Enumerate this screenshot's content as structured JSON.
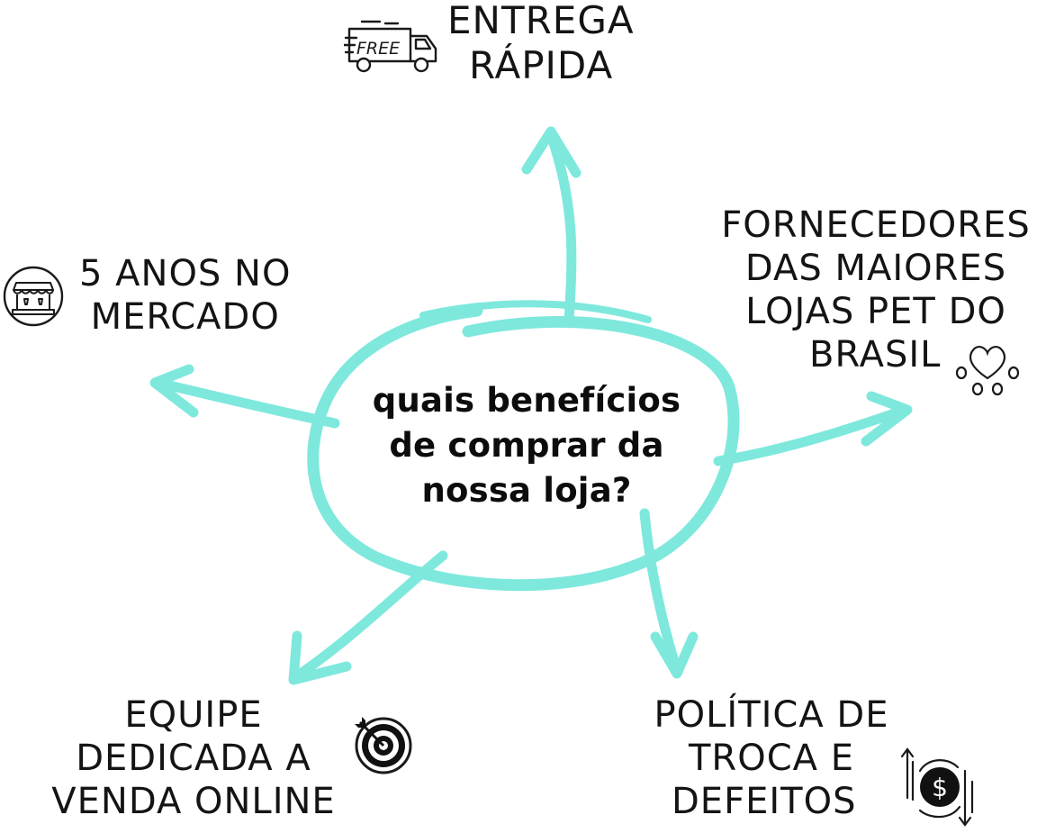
{
  "center": {
    "lines": [
      "quais benefícios",
      "de comprar da",
      "nossa loja?"
    ]
  },
  "benefits": {
    "entrega": {
      "lines": [
        "ENTREGA",
        "RÁPIDA"
      ],
      "icon": "free-delivery-truck-icon",
      "icon_text": "FREE"
    },
    "fornecedores": {
      "lines": [
        "FORNECEDORES",
        "DAS MAIORES",
        "LOJAS PET DO",
        "BRASIL"
      ],
      "icon": "paw-heart-icon"
    },
    "anos": {
      "lines": [
        "5 ANOS NO",
        "MERCADO"
      ],
      "icon": "storefront-icon"
    },
    "equipe": {
      "lines": [
        "EQUIPE",
        "DEDICADA A",
        "VENDA ONLINE"
      ],
      "icon": "target-icon"
    },
    "politica": {
      "lines": [
        "POLÍTICA DE",
        "TROCA E",
        "DEFEITOS"
      ],
      "icon": "dollar-exchange-icon"
    }
  },
  "colors": {
    "accent": "#7ee8dd",
    "text": "#141414"
  }
}
